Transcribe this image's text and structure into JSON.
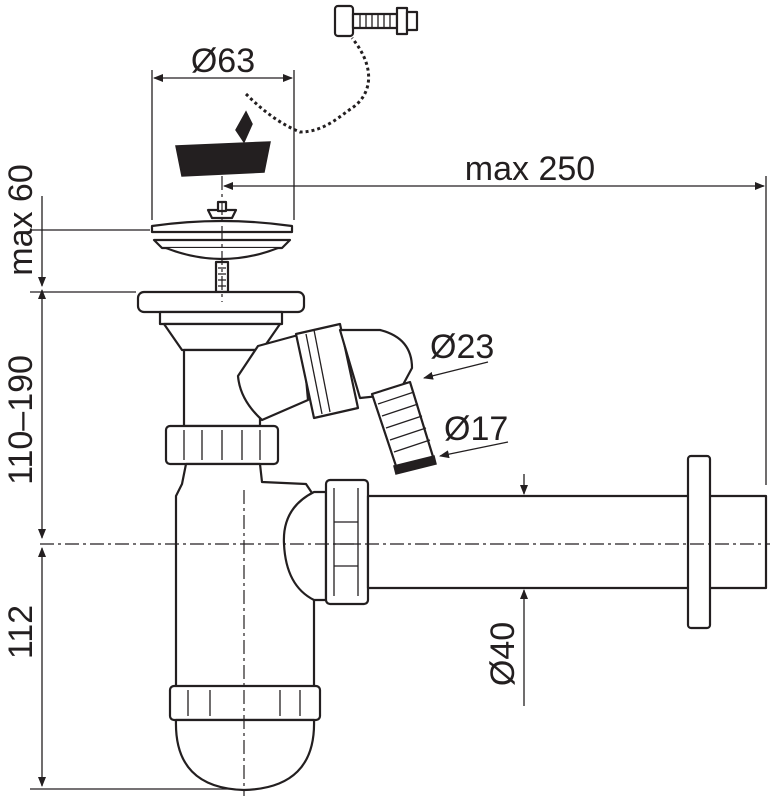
{
  "dimensions": {
    "plug_diameter": "Ø63",
    "max_outlet_length": "max 250",
    "max_strainer_height": "max 60",
    "height_range": "110–190",
    "lower_height": "112",
    "hose_outer_diameter": "Ø23",
    "hose_inner_diameter": "Ø17",
    "outlet_pipe_diameter": "Ø40"
  }
}
